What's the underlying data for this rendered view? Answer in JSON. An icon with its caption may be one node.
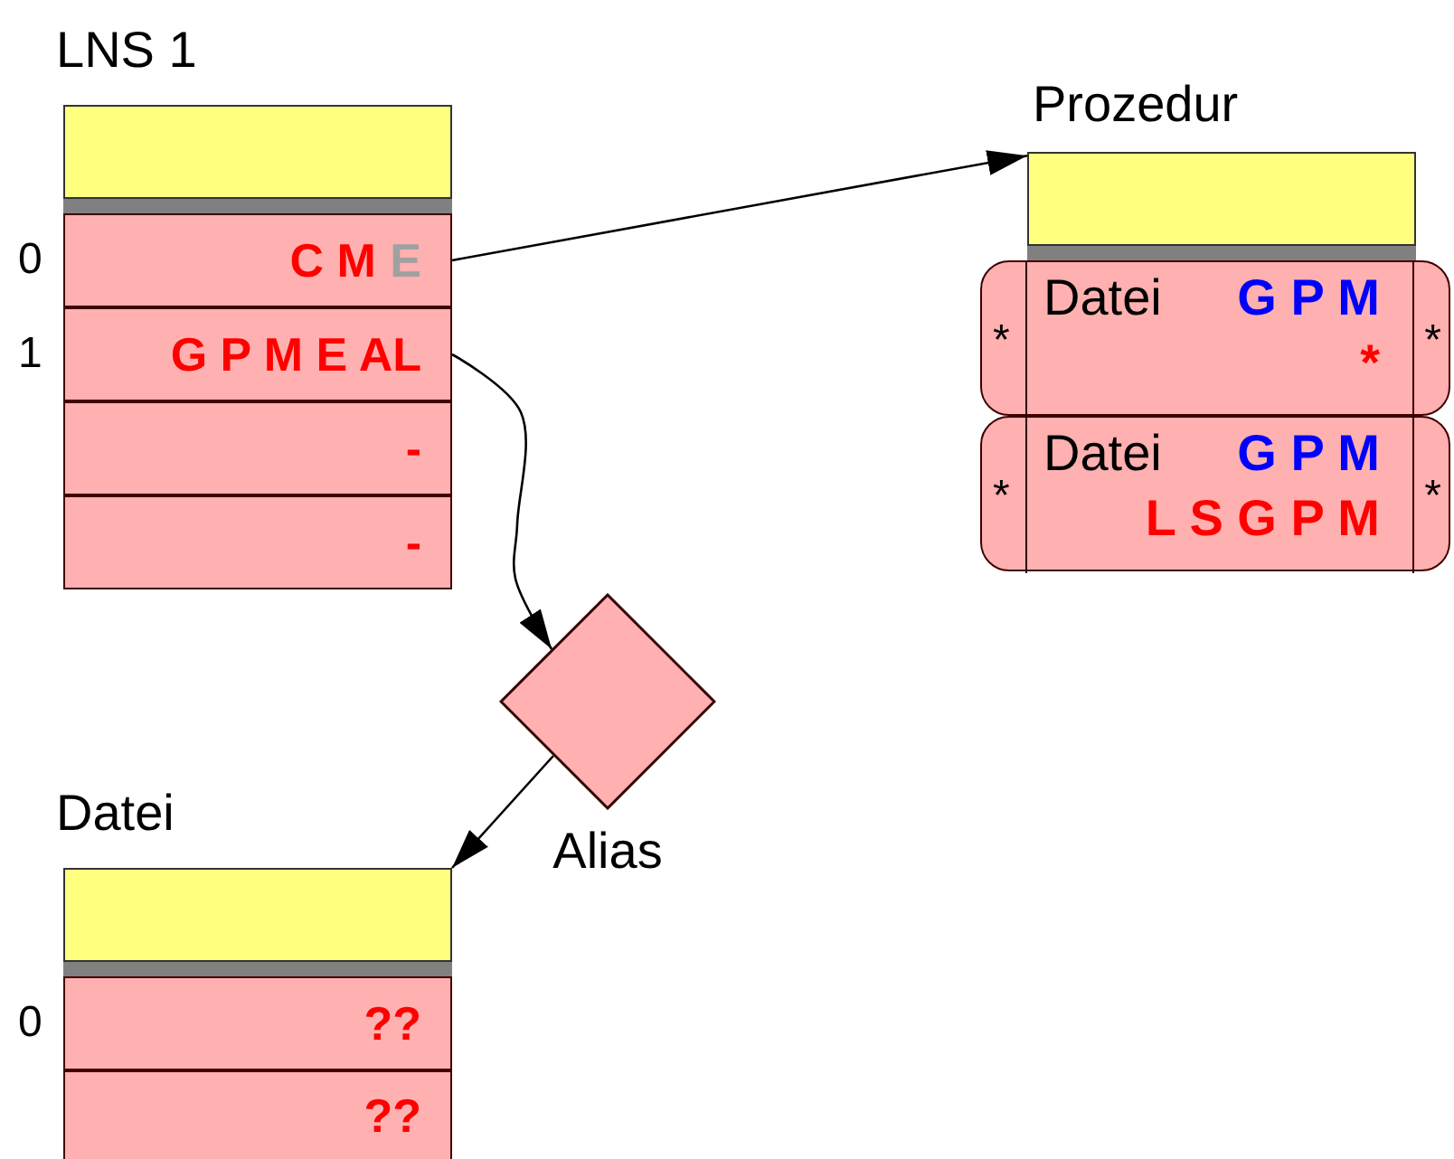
{
  "diagram": {
    "nodes": [
      {
        "text": [
          "LNS 1"
        ]
      },
      {
        "text": [
          "C M",
          "E"
        ],
        "beside": [
          "0"
        ]
      },
      {
        "text": [
          "G P M E AL"
        ],
        "beside": [
          "1"
        ]
      },
      {
        "text": [
          "-"
        ]
      },
      {
        "text": [
          "-"
        ]
      },
      {
        "text": [
          "Prozedur"
        ]
      },
      {
        "text": [
          "*",
          "Datei",
          "G P M",
          "*",
          "*"
        ]
      },
      {
        "text": [
          "*",
          "Datei",
          "G P M",
          "L S G P M",
          "*"
        ]
      },
      {
        "text": [
          "Alias"
        ]
      },
      {
        "text": [
          "Datei"
        ]
      },
      {
        "text": [
          "??"
        ],
        "beside": [
          "0"
        ]
      },
      {
        "text": [
          "??"
        ]
      }
    ],
    "edges": [
      {
        "from": 1,
        "to": 5,
        "arrow": "to"
      },
      {
        "from": 2,
        "to": 8,
        "arrow": "to"
      },
      {
        "from": 8,
        "to": 9,
        "arrow": "to"
      }
    ]
  }
}
